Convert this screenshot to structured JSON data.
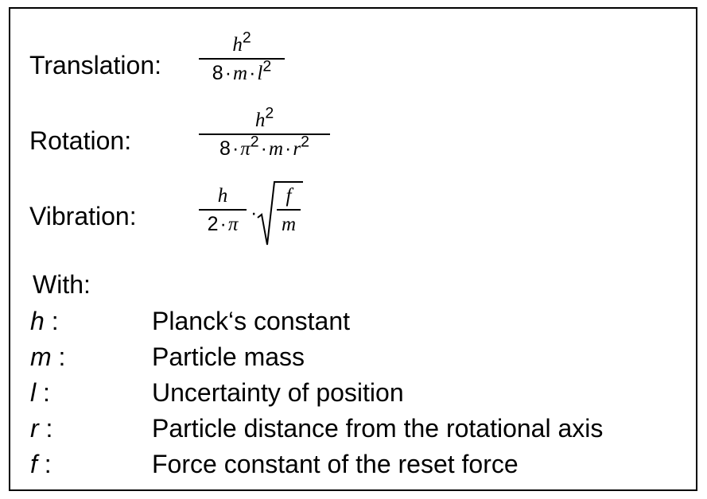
{
  "formulas": {
    "translation": {
      "label": "Translation:",
      "numerator_var": "h",
      "numerator_exp": "2",
      "den_const": "8",
      "den_var1": "m",
      "den_var2": "l",
      "den_exp": "2"
    },
    "rotation": {
      "label": "Rotation:",
      "numerator_var": "h",
      "numerator_exp": "2",
      "den_const": "8",
      "den_var1": "π",
      "den_exp1": "2",
      "den_var2": "m",
      "den_var3": "r",
      "den_exp3": "2"
    },
    "vibration": {
      "label": "Vibration:",
      "numerator_var": "h",
      "den_const": "2",
      "den_var": "π",
      "root_num": "f",
      "root_den": "m"
    }
  },
  "definitions": {
    "heading": "With:",
    "items": [
      {
        "symbol": "h",
        "sep": " :",
        "text": "Planck‘s constant"
      },
      {
        "symbol": "m",
        "sep": " :",
        "text": "Particle mass"
      },
      {
        "symbol": "l",
        "sep": " :",
        "text": "Uncertainty of position"
      },
      {
        "symbol": "r",
        "sep": " :",
        "text": "Particle distance from the rotational axis"
      },
      {
        "symbol": "f",
        "sep": " :",
        "text": "Force constant of the reset force"
      }
    ]
  }
}
